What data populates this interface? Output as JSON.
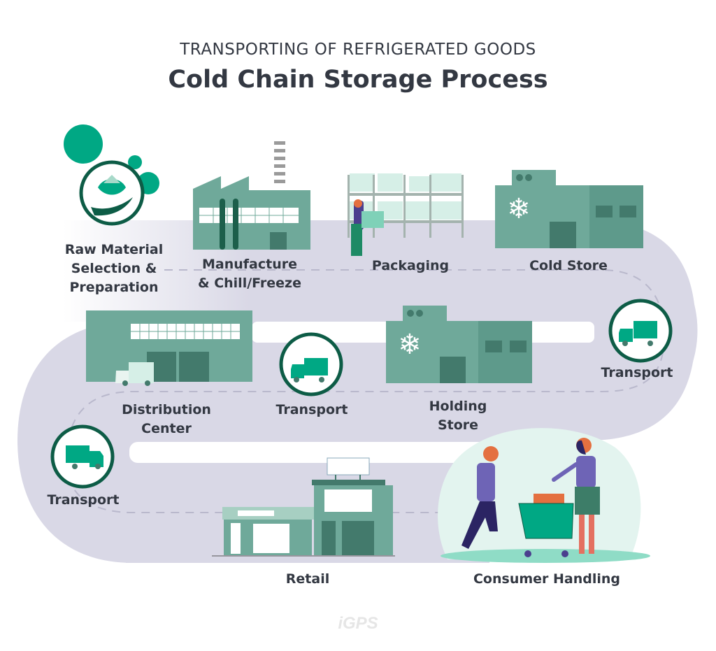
{
  "header": {
    "subtitle": "TRANSPORTING OF REFRIGERATED GOODS",
    "title": "Cold Chain Storage Process"
  },
  "colors": {
    "road": "#d9d8e6",
    "building": "#6fa99a",
    "building_dark": "#437a6c",
    "accent_green": "#00a884",
    "circle_border": "#0d5c46",
    "text": "#333842",
    "dash": "#b9b8cc"
  },
  "steps": [
    {
      "id": 1,
      "line1": "Raw Material",
      "line2": "Selection &",
      "line3": "Preparation",
      "icon": "hand-leaf-icon"
    },
    {
      "id": 2,
      "line1": "Manufacture",
      "line2": "& Chill/Freeze",
      "icon": "factory-icon"
    },
    {
      "id": 3,
      "line1": "Packaging",
      "icon": "warehouse-shelf-worker-icon"
    },
    {
      "id": 4,
      "line1": "Cold Store",
      "icon": "cold-store-building-icon"
    },
    {
      "id": 5,
      "line1": "Transport",
      "icon": "truck-icon"
    },
    {
      "id": 6,
      "line1": "Holding",
      "line2": "Store",
      "icon": "cold-store-building-icon"
    },
    {
      "id": 7,
      "line1": "Transport",
      "icon": "truck-icon"
    },
    {
      "id": 8,
      "line1": "Distribution",
      "line2": "Center",
      "icon": "distribution-warehouse-icon"
    },
    {
      "id": 9,
      "line1": "Transport",
      "icon": "truck-icon"
    },
    {
      "id": 10,
      "line1": "Retail",
      "icon": "retail-store-icon"
    },
    {
      "id": 11,
      "line1": "Consumer Handling",
      "icon": "shoppers-cart-icon"
    }
  ],
  "footer": {
    "logo": "iGPS"
  }
}
